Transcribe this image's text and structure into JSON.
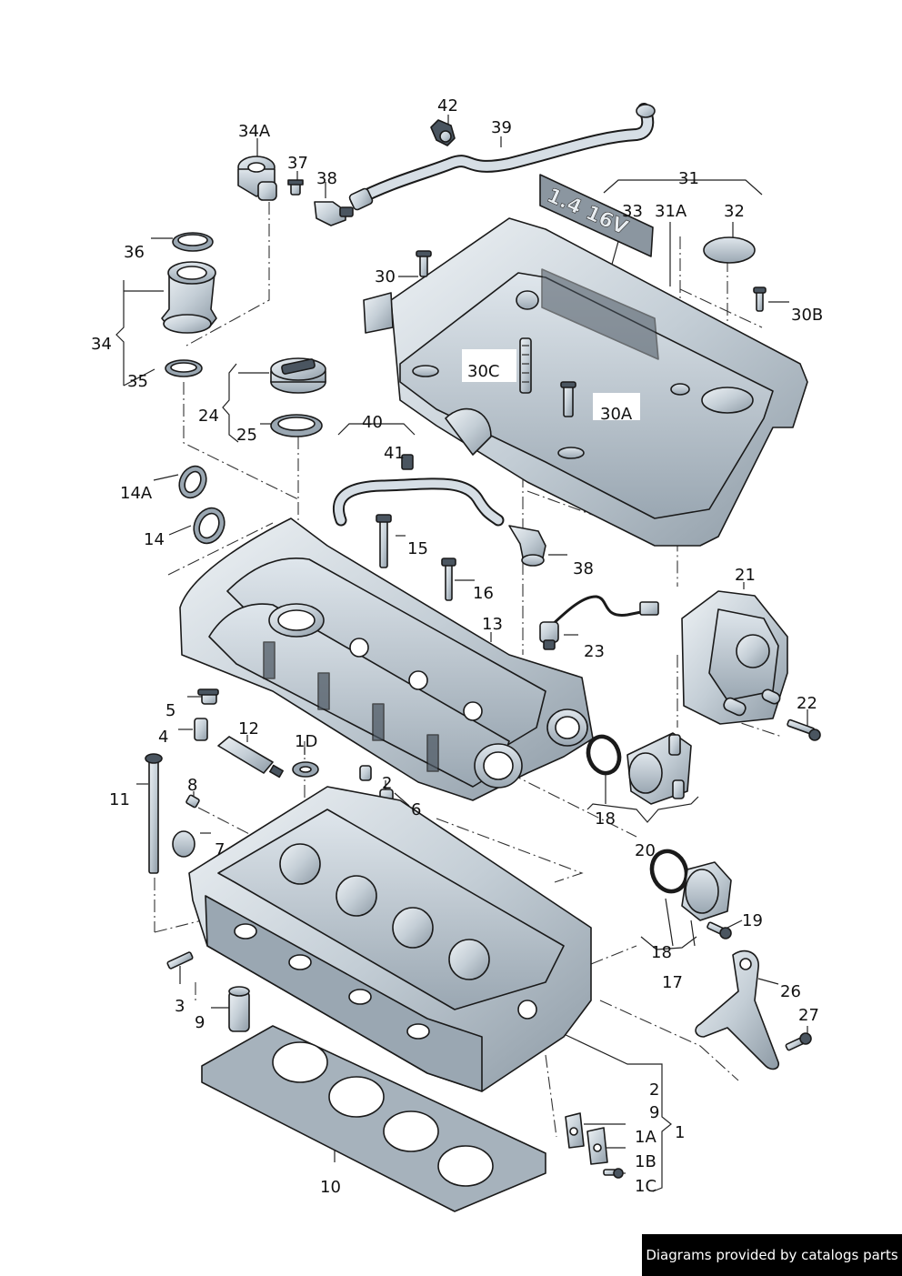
{
  "labels": {
    "l42": "42",
    "l39": "39",
    "l34a": "34A",
    "l37": "37",
    "l38a": "38",
    "l31": "31",
    "l33": "33",
    "l31a": "31A",
    "l32": "32",
    "l36": "36",
    "l30": "30",
    "l30b": "30B",
    "l34": "34",
    "l35": "35",
    "l30c": "30C",
    "l30a": "30A",
    "l24": "24",
    "l25": "25",
    "l40": "40",
    "l41": "41",
    "l14a": "14A",
    "l14": "14",
    "l15": "15",
    "l38b": "38",
    "l16": "16",
    "l21": "21",
    "l13": "13",
    "l23": "23",
    "l5": "5",
    "l4": "4",
    "l12": "12",
    "l1d": "1D",
    "l22": "22",
    "l11": "11",
    "l8": "8",
    "l2a": "2",
    "l6": "6",
    "l18a": "18",
    "l7": "7",
    "l20": "20",
    "l19": "19",
    "l18b": "18",
    "l17": "17",
    "l26": "26",
    "l3": "3",
    "l27": "27",
    "l9a": "9",
    "l2b": "2",
    "l9b": "9",
    "l1a": "1A",
    "l1": "1",
    "l1b": "1B",
    "l1c": "1C",
    "l10": "10"
  },
  "cover_badge": "1.4 16V",
  "credit": "Diagrams provided by catalogs parts",
  "colors": {
    "metal": "#c9d3db",
    "outline": "#1a1a1a",
    "background": "#ffffff"
  }
}
